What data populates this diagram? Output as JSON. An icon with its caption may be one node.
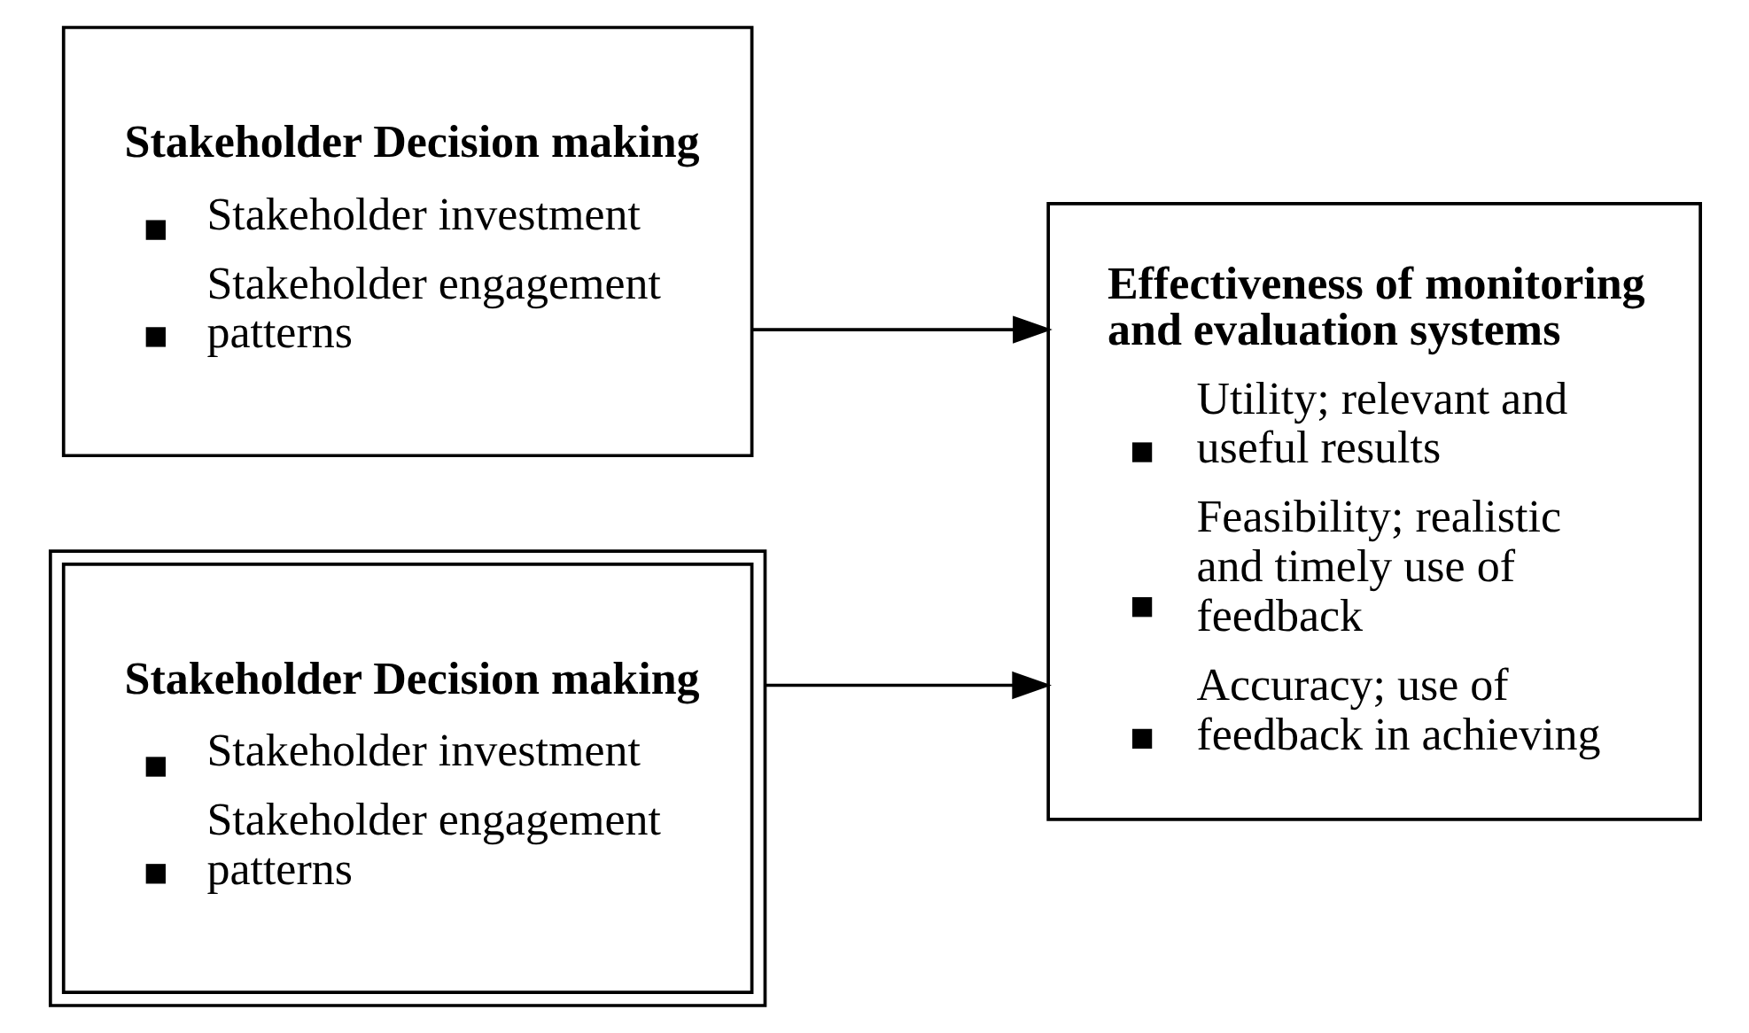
{
  "diagram": {
    "nodes": [
      {
        "text": [
          "Stakeholder Decision making",
          "Stakeholder investment",
          "Stakeholder engagement patterns"
        ]
      },
      {
        "text": [
          "Stakeholder Decision making",
          "Stakeholder investment",
          "Stakeholder engagement patterns"
        ]
      },
      {
        "text": [
          "Effectiveness of monitoring and evaluation systems",
          "Utility; relevant and useful results",
          "Feasibility; realistic and timely use of feedback",
          "Accuracy; use of feedback in achieving"
        ]
      }
    ],
    "edges": [
      {
        "from": 0,
        "to": 2,
        "arrow": "to"
      },
      {
        "from": 1,
        "to": 2,
        "arrow": "to"
      }
    ]
  }
}
